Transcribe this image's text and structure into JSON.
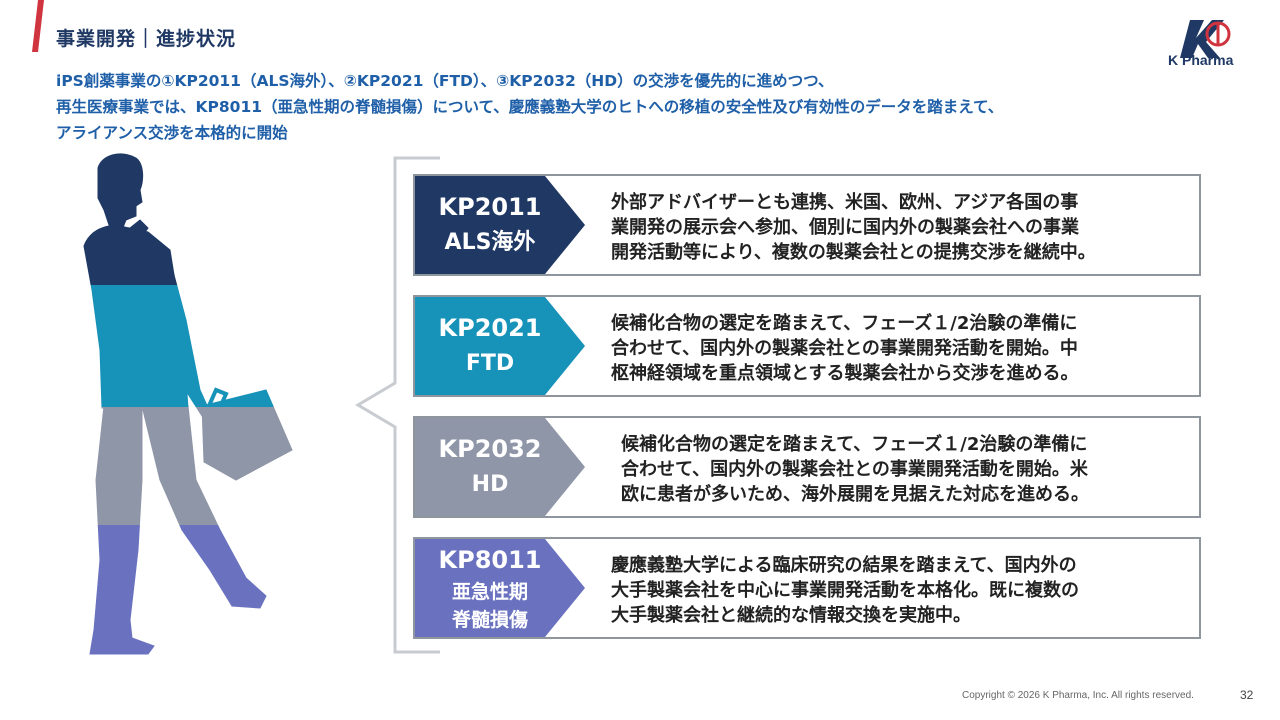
{
  "header": {
    "title": "事業開発｜進捗状況",
    "logo_text": "K Pharma"
  },
  "intro": {
    "lines": [
      "iPS創薬事業の①KP2011（ALS海外）、②KP2021（FTD）、③KP2032（HD）の交渉を優先的に進めつつ、",
      "再生医療事業では、KP8011（亜急性期の脊髄損傷）について、慶應義塾大学のヒトへの移植の安全性及び有効性のデータを踏まえて、",
      "アライアンス交渉を本格的に開始"
    ]
  },
  "cards": [
    {
      "code": "KP2011",
      "sub1": "ALS海外",
      "sub2": "",
      "color": "#1f3864",
      "lines": [
        "外部アドバイザーとも連携、米国、欧州、アジア各国の事",
        "業開発の展示会へ参加、個別に国内外の製薬会社への事業",
        "開発活動等により、複数の製薬会社との提携交渉を継続中。"
      ]
    },
    {
      "code": "KP2021",
      "sub1": "FTD",
      "sub2": "",
      "color": "#1792b8",
      "lines": [
        "候補化合物の選定を踏まえて、フェーズ１/2治験の準備に",
        "合わせて、国内外の製薬会社との事業開発活動を開始。中",
        "枢神経領域を重点領域とする製薬会社から交渉を進める。"
      ]
    },
    {
      "code": "KP2032",
      "sub1": "HD",
      "sub2": "",
      "color": "#8f96a8",
      "lines": [
        "候補化合物の選定を踏まえて、フェーズ１/2治験の準備に",
        "合わせて、国内外の製薬会社との事業開発活動を開始。米",
        "欧に患者が多いため、海外展開を見据えた対応を進める。"
      ]
    },
    {
      "code": "KP8011",
      "sub1": "亜急性期",
      "sub2": "脊髄損傷",
      "color": "#6a72c0",
      "lines": [
        "慶應義塾大学による臨床研究の結果を踏まえて、国内外の",
        "大手製薬会社を中心に事業開発活動を本格化。既に複数の",
        "大手製薬会社と継続的な情報交換を実施中。"
      ]
    }
  ],
  "colors": {
    "navy": "#1f3864",
    "teal": "#1792b8",
    "gray": "#8f96a8",
    "purple": "#6a72c0",
    "intro_blue": "#1f5fa8",
    "accent_red": "#d0343f"
  },
  "footer": {
    "copyright": "Copyright © 2026 K Pharma, Inc. All rights reserved.",
    "page_number": "32"
  }
}
